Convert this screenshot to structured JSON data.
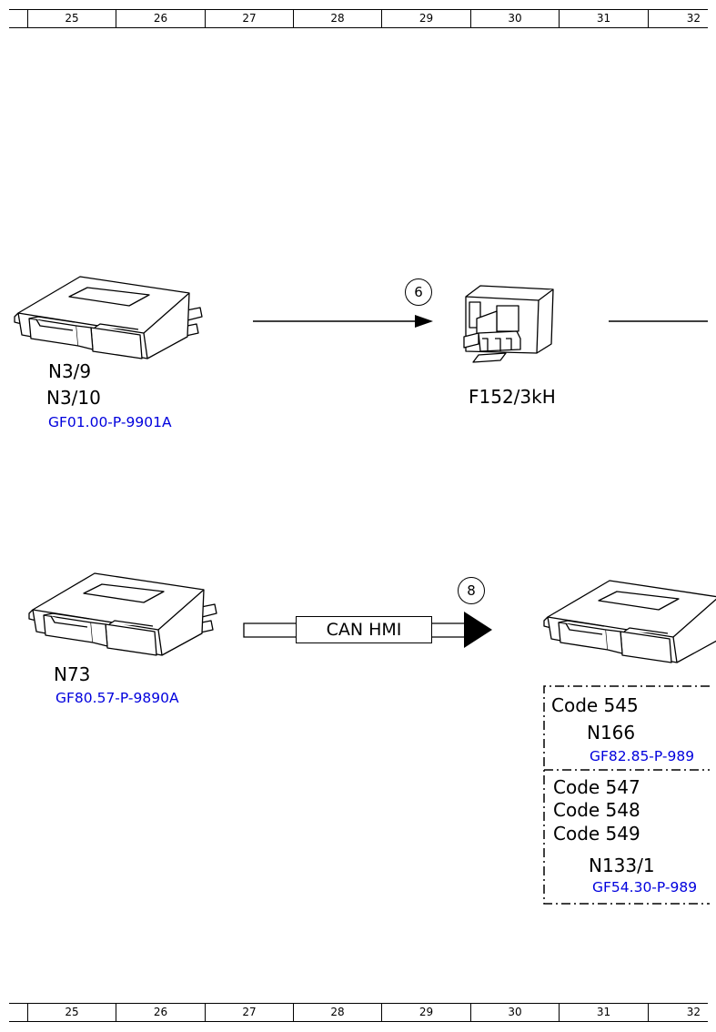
{
  "ruler": {
    "columns": [
      "25",
      "26",
      "27",
      "28",
      "29",
      "30",
      "31",
      "32"
    ]
  },
  "row1": {
    "module_labels": [
      "N3/9",
      "N3/10"
    ],
    "module_link": "GF01.00-P-9901A",
    "badge": "6",
    "relay_label": "F152/3kH"
  },
  "row2": {
    "module_label": "N73",
    "module_link": "GF80.57-P-9890A",
    "badge": "8",
    "bus_label": "CAN HMI",
    "option_a": {
      "code": "Code 545",
      "component": "N166",
      "link": "GF82.85-P-989"
    },
    "option_b": {
      "codes": [
        "Code 547",
        "Code 548",
        "Code 549"
      ],
      "component": "N133/1",
      "link": "GF54.30-P-989"
    }
  }
}
